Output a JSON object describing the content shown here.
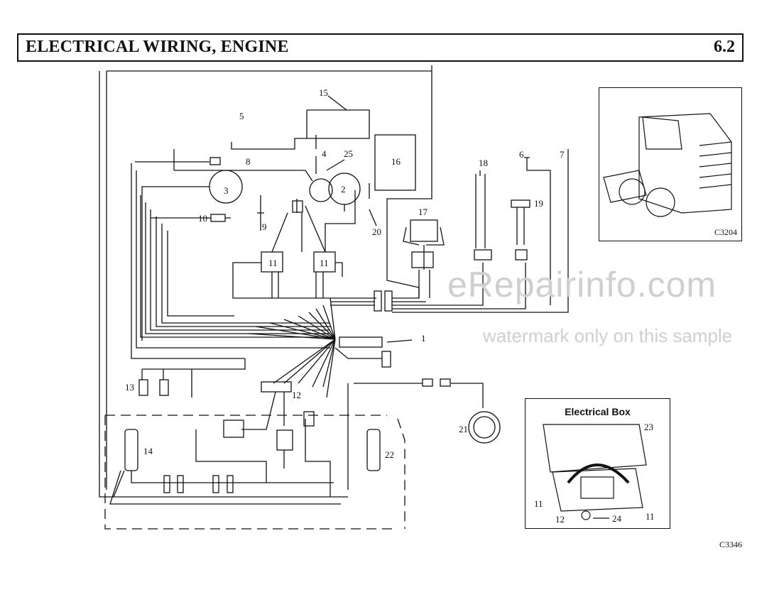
{
  "header": {
    "title": "ELECTRICAL WIRING, ENGINE",
    "section_number": "6.2"
  },
  "callouts": {
    "c1": "1",
    "c2": "2",
    "c3": "3",
    "c4": "4",
    "c5": "5",
    "c6": "6",
    "c7": "7",
    "c8": "8",
    "c9": "9",
    "c10": "10",
    "c11a": "11",
    "c11b": "11",
    "c12": "12",
    "c13": "13",
    "c14": "14",
    "c15": "15",
    "c16": "16",
    "c17": "17",
    "c18": "18",
    "c19": "19",
    "c20": "20",
    "c21": "21",
    "c22": "22",
    "c25": "25"
  },
  "machine_inset": {
    "figure_code": "C3204"
  },
  "electrical_box": {
    "title": "Electrical Box",
    "callouts": {
      "c23": "23",
      "c11_left": "11",
      "c11_right": "11",
      "c12": "12",
      "c24": "24"
    }
  },
  "figure_code": "C3346",
  "watermark": {
    "line1": "eRepairinfo.com",
    "line2": "watermark only on this sample"
  }
}
